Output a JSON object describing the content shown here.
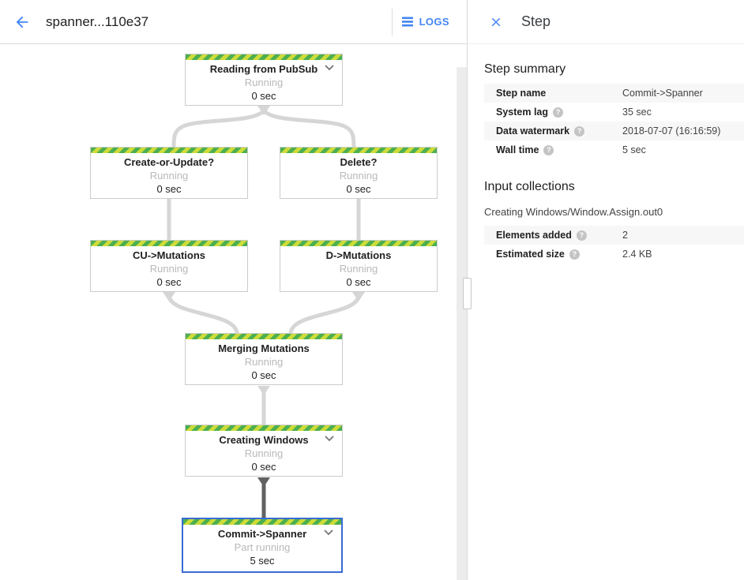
{
  "header": {
    "title": "spanner...110e37",
    "logs_label": "LOGS"
  },
  "panel": {
    "title": "Step",
    "summary_heading": "Step summary",
    "summary_rows": [
      {
        "label": "Step name",
        "value": "Commit->Spanner",
        "help": false
      },
      {
        "label": "System lag",
        "value": "35 sec",
        "help": true
      },
      {
        "label": "Data watermark",
        "value": "2018-07-07 (16:16:59)",
        "help": true
      },
      {
        "label": "Wall time",
        "value": "5 sec",
        "help": true
      }
    ],
    "input_heading": "Input collections",
    "input_collection_name": "Creating Windows/Window.Assign.out0",
    "input_rows": [
      {
        "label": "Elements added",
        "value": "2",
        "help": true
      },
      {
        "label": "Estimated size",
        "value": "2.4 KB",
        "help": true
      }
    ]
  },
  "graph": {
    "nodes": [
      {
        "title": "Reading from PubSub",
        "status": "Running",
        "time": "0 sec",
        "expandable": true,
        "selected": false
      },
      {
        "title": "Create-or-Update?",
        "status": "Running",
        "time": "0 sec",
        "expandable": false,
        "selected": false
      },
      {
        "title": "Delete?",
        "status": "Running",
        "time": "0 sec",
        "expandable": false,
        "selected": false
      },
      {
        "title": "CU->Mutations",
        "status": "Running",
        "time": "0 sec",
        "expandable": false,
        "selected": false
      },
      {
        "title": "D->Mutations",
        "status": "Running",
        "time": "0 sec",
        "expandable": false,
        "selected": false
      },
      {
        "title": "Merging Mutations",
        "status": "Running",
        "time": "0 sec",
        "expandable": false,
        "selected": false
      },
      {
        "title": "Creating Windows",
        "status": "Running",
        "time": "0 sec",
        "expandable": true,
        "selected": false
      },
      {
        "title": "Commit->Spanner",
        "status": "Part running",
        "time": "5 sec",
        "expandable": true,
        "selected": true
      }
    ]
  },
  "icons": {
    "help_glyph": "?"
  },
  "colors": {
    "accent_blue": "#4285f4",
    "selected_border": "#3b6bd3",
    "stripe_green": "#4caf50",
    "stripe_lime": "#cddc39",
    "edge_light": "#d6d6d6",
    "edge_dark": "#616161",
    "status_gray": "#b9b9b9"
  }
}
